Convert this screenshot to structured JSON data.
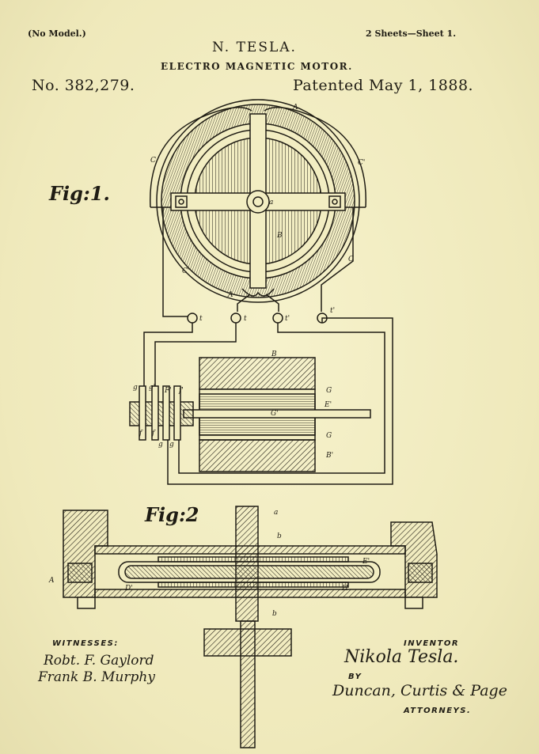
{
  "header": {
    "model": "(No Model.)",
    "sheets": "2 Sheets—Sheet 1.",
    "inventor_name": "N. TESLA.",
    "title": "ELECTRO MAGNETIC MOTOR.",
    "patent_number": "No. 382,279.",
    "patented_date": "Patented May 1, 1888."
  },
  "figures": {
    "fig1_label": "Fig:1.",
    "fig2_label": "Fig:2"
  },
  "fig1_labels": {
    "A_top": "A",
    "C_left": "C",
    "C_right": "C'",
    "C_lower_left": "C'",
    "C_lower_right": "C",
    "a": "a",
    "B_center": "B",
    "A_bottom": "A",
    "t1": "t",
    "t2": "t",
    "t3": "t'",
    "t4": "t'",
    "B_upper": "B",
    "G1": "G",
    "E": "E'",
    "G_prime": "G'",
    "G2": "G",
    "B_prime": "B'",
    "g1": "g",
    "g2": "g'",
    "f1": "F'",
    "f2": "f'",
    "f3": "f",
    "f4": "f",
    "g3": "g",
    "g4": "g"
  },
  "fig2_labels": {
    "a": "a",
    "b_top": "b",
    "A": "A",
    "E": "E'",
    "D": "D'",
    "H": "H",
    "b_bottom": "b"
  },
  "footer": {
    "witnesses_label": "WITNESSES:",
    "witness1": "Robt. F. Gaylord",
    "witness2": "Frank B. Murphy",
    "inventor_label": "INVENTOR",
    "inventor_signature": "Nikola Tesla.",
    "by_label": "BY",
    "attorneys_signature": "Duncan, Curtis & Page",
    "attorneys_label": "ATTORNEYS."
  }
}
